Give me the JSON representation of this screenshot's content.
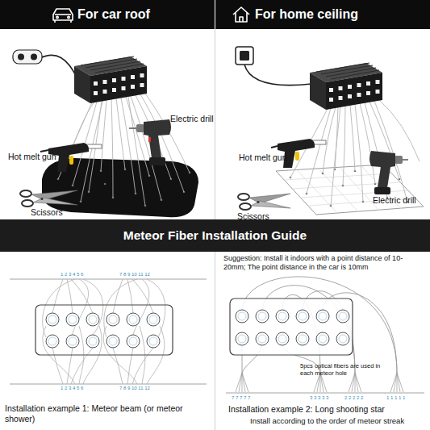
{
  "diagram": {
    "nodes": [
      {
        "text": [
          "For car roof"
        ]
      },
      {
        "text": [
          "For home ceiling"
        ]
      },
      {
        "text": [
          "Meteor Fiber Installation Guide"
        ]
      }
    ],
    "labels": [
      "Hot melt gun",
      "Electric drill",
      "Scissors",
      "Hot melt gun",
      "Scissors",
      "Electric drill",
      "1 2 3 4 5 6",
      "7 8 9 10 11 12",
      "1 2 3 4 5 6",
      "7 8 9 10 11 12",
      "Installation example 1: Meteor beam (or meteor shower)",
      "Suggestion: Install it indoors with a point distance of 10-20mm; The point distance in the car is 10mm",
      "5pcs optical fibers are used in each meteor hole",
      "7 7 7 7 7",
      "3 3 3 3 3",
      "2 2 2 2 2",
      "1 1 1 1 1",
      "Installation example 2: Long shooting star",
      "Install according to the order of meteor streak"
    ]
  }
}
